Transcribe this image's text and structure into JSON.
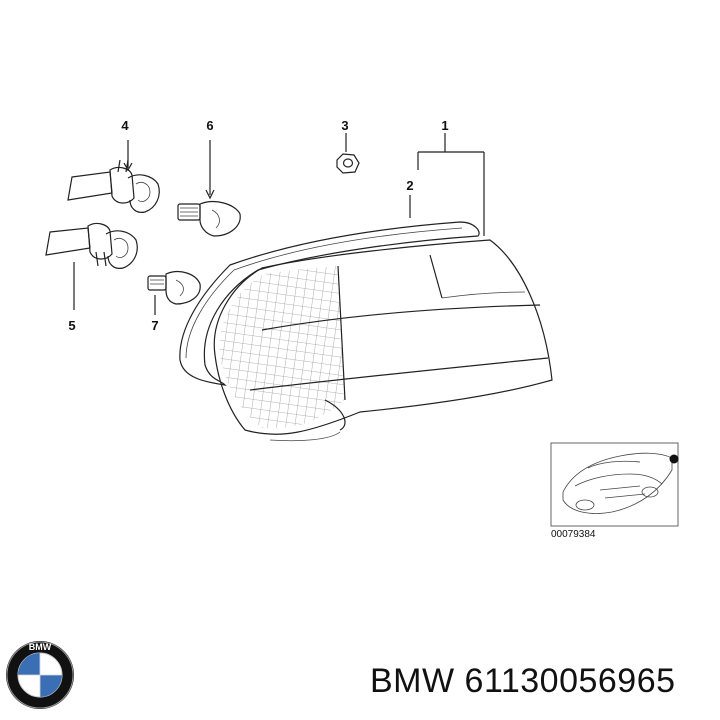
{
  "diagram": {
    "callouts": [
      "1",
      "2",
      "3",
      "4",
      "5",
      "6",
      "7"
    ],
    "diagram_code": "00079384"
  },
  "caption": {
    "brand": "BMW",
    "part_number": "61130056965"
  },
  "logo": {
    "text": "BMW",
    "colors": {
      "ring": "#111111",
      "blue": "#3a6fb5",
      "white": "#ffffff"
    }
  },
  "colors": {
    "line": "#222222",
    "background": "#ffffff"
  }
}
